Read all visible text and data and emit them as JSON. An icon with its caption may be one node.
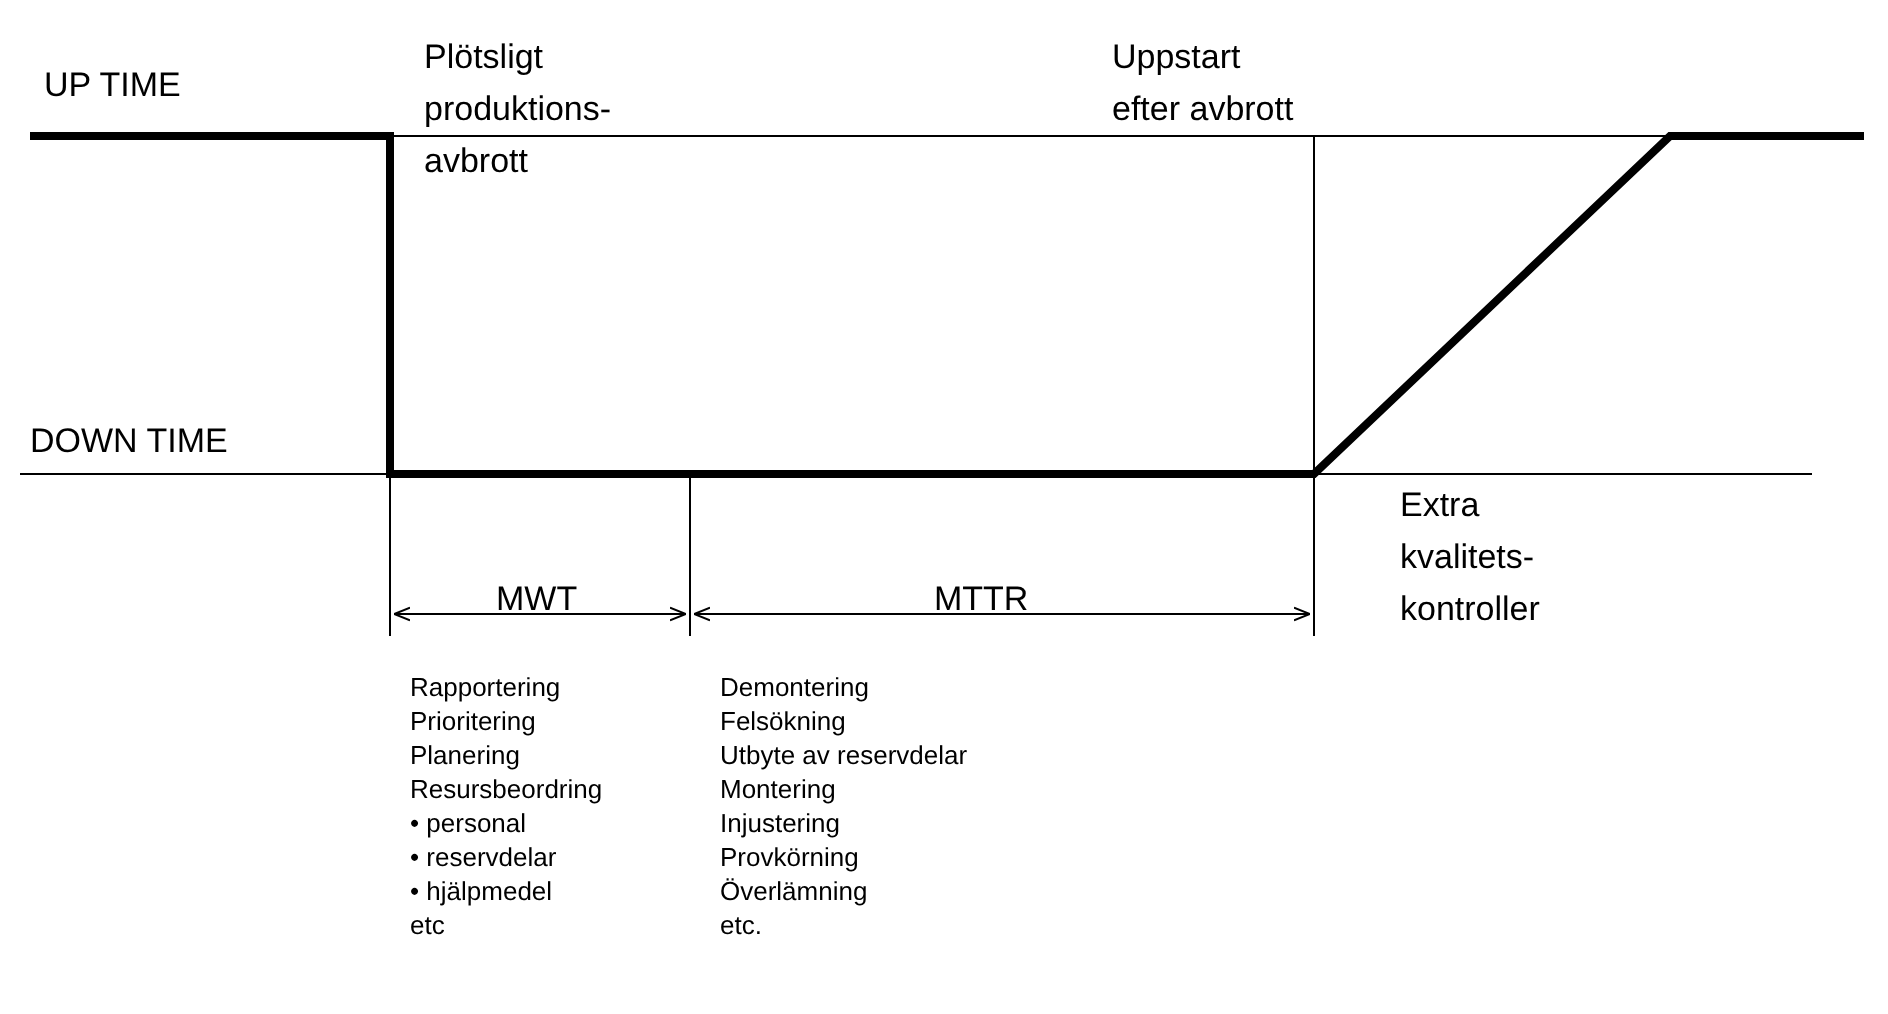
{
  "diagram": {
    "labels": [
      "Plötsligt produktions- avbrott",
      "Uppstart efter avbrott",
      "UP TIME",
      "DOWN TIME",
      "Extra kvalitets- kontroller",
      "MWT",
      "MTTR",
      "Rapportering",
      "Prioritering",
      "Planering",
      "Resursbeordring",
      "• personal",
      "• reservdelar",
      "• hjälpmedel",
      "etc",
      "Demontering",
      "Felsökning",
      "Utbyte av reservdelar",
      "Montering",
      "Injustering",
      "Provkörning",
      "Överlämning",
      "etc."
    ]
  }
}
